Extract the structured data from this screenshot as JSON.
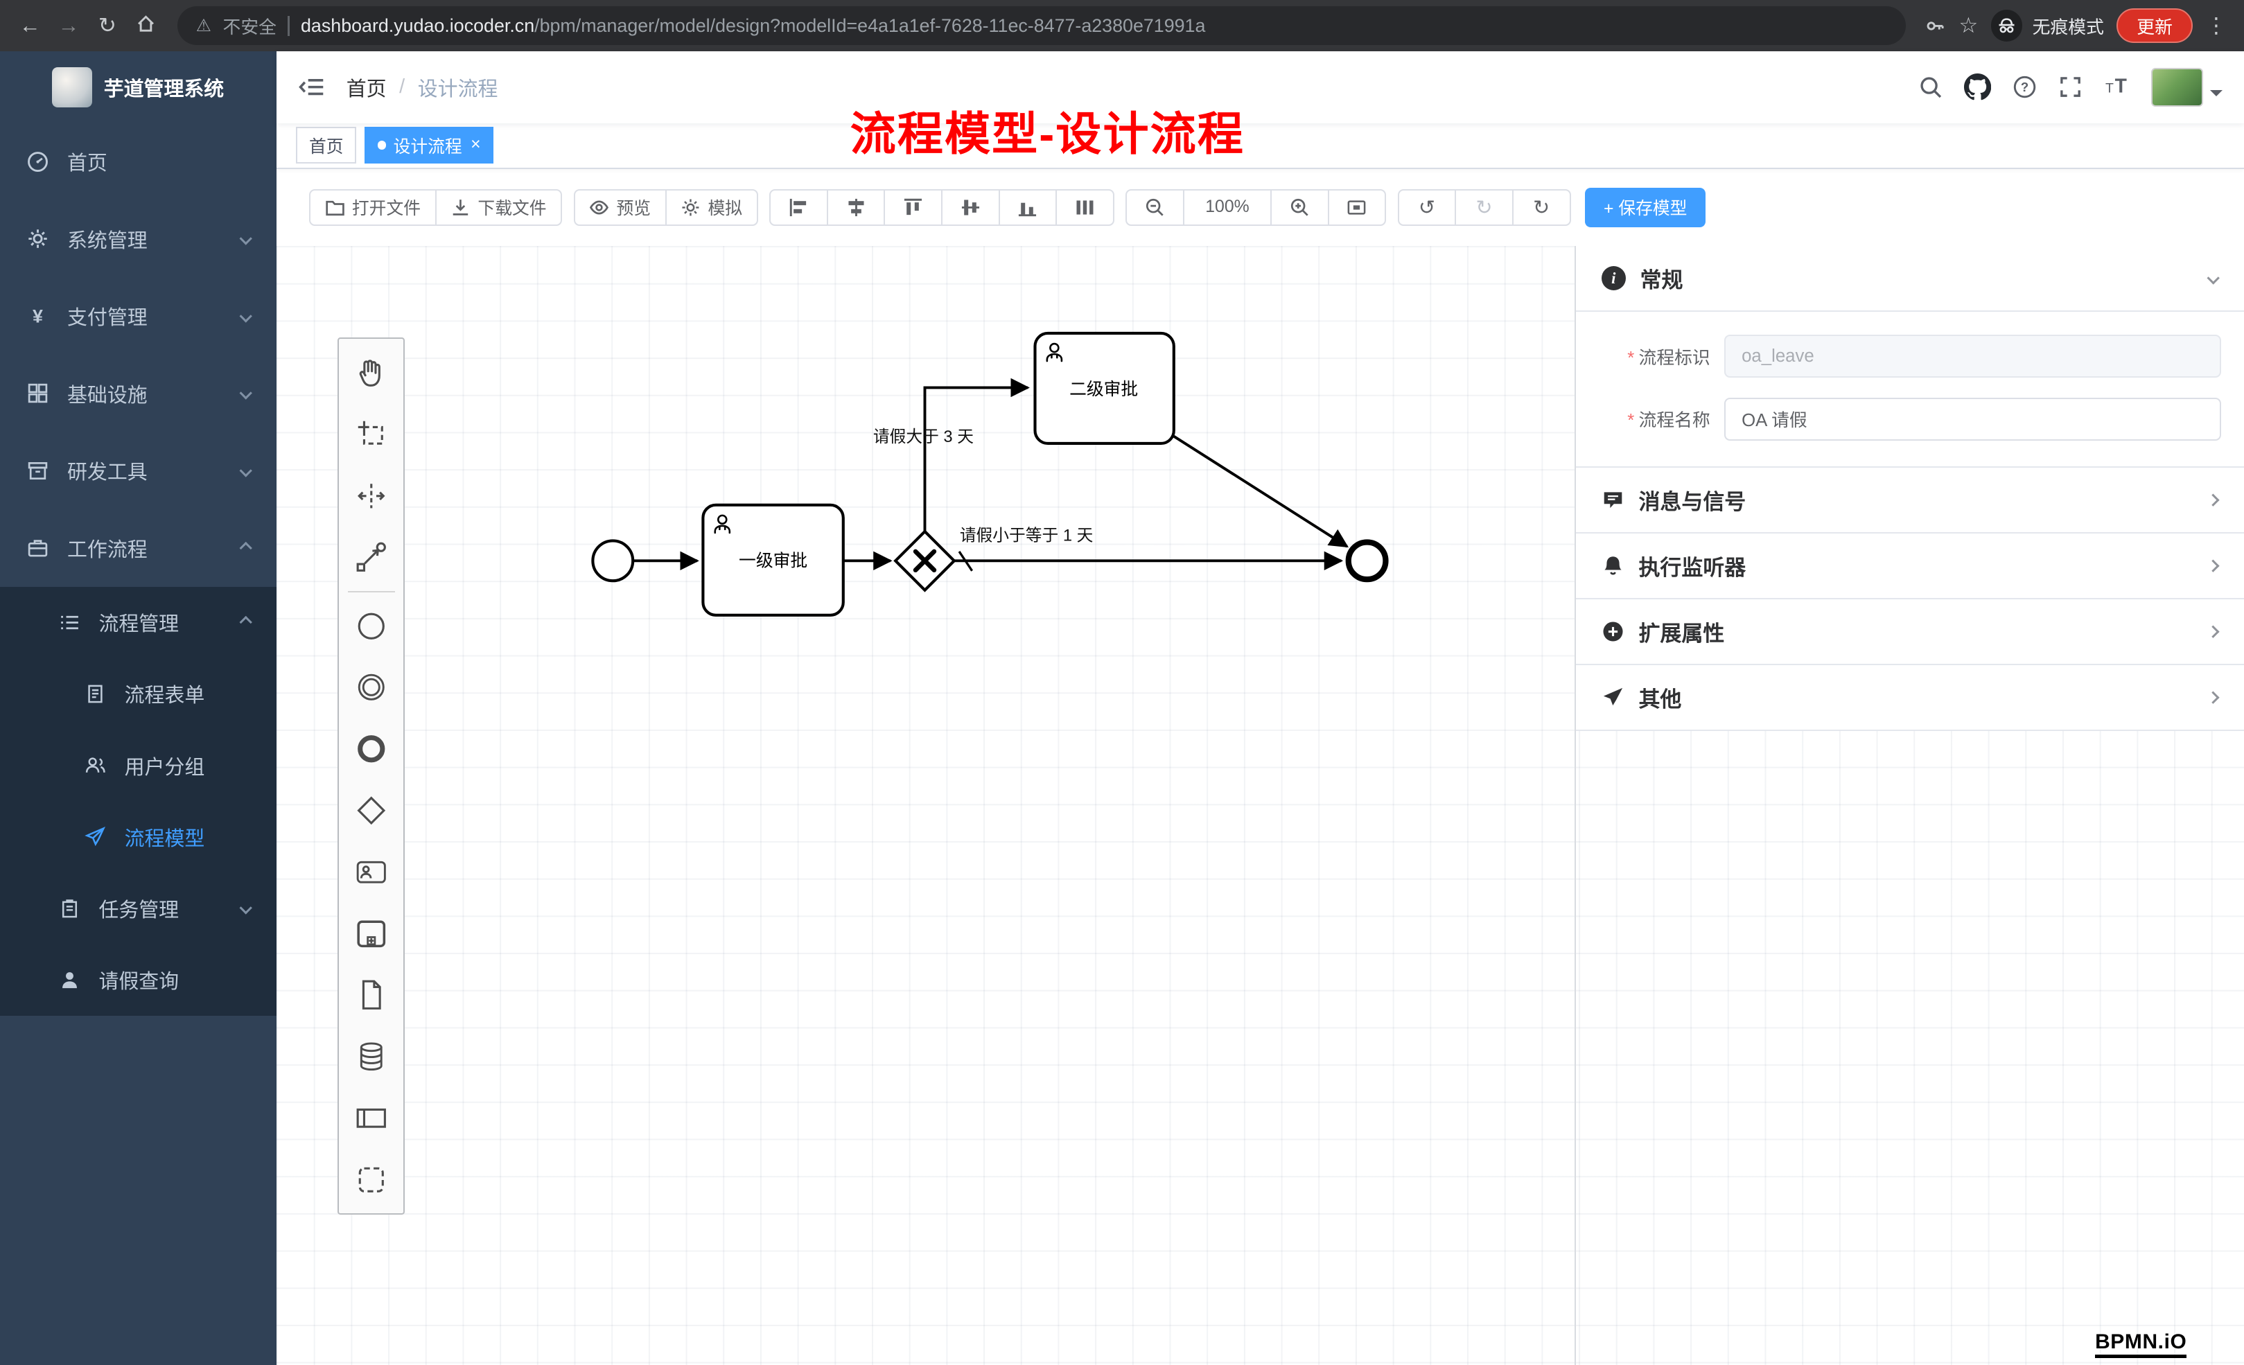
{
  "colors": {
    "accent": "#409eff",
    "annotation": "#fe0000",
    "sidebar": "#304156",
    "submenu": "#1f2d3d"
  },
  "icons": {
    "back": "←",
    "forward": "→",
    "reload": "↻",
    "warning": "⚠",
    "star": "☆",
    "more": "⋮",
    "undo": "↺",
    "redo": "↻",
    "refresh": "↻",
    "close": "×"
  },
  "browser": {
    "warning": "不安全",
    "domain": "dashboard.yudao.iocoder.cn",
    "path": "/bpm/manager/model/design?modelId=e4a1a1ef-7628-11ec-8477-a2380e71991a",
    "incognito": "无痕模式",
    "update": "更新"
  },
  "sidebar": {
    "title": "芋道管理系统",
    "menu": [
      {
        "label": "首页"
      },
      {
        "label": "系统管理"
      },
      {
        "label": "支付管理"
      },
      {
        "label": "基础设施"
      },
      {
        "label": "研发工具"
      },
      {
        "label": "工作流程"
      }
    ],
    "process_group": "流程管理",
    "process_items": [
      {
        "label": "流程表单"
      },
      {
        "label": "用户分组"
      },
      {
        "label": "流程模型"
      }
    ],
    "task_group": "任务管理",
    "leave_query": "请假查询"
  },
  "header": {
    "breadcrumb": [
      "首页",
      "设计流程"
    ],
    "separator": "/",
    "annotation": "流程模型-设计流程"
  },
  "tags": {
    "home": "首页",
    "active": "设计流程"
  },
  "toolbar": {
    "open": "打开文件",
    "download": "下载文件",
    "preview": "预览",
    "simulate": "模拟",
    "zoom": "100%",
    "save": "+ 保存模型"
  },
  "diagram": {
    "task1": "一级审批",
    "task2": "二级审批",
    "flow_condition_gt": "请假大于 3 天",
    "flow_condition_le": "请假小于等于 1 天",
    "watermark": "BPMN.iO"
  },
  "panel": {
    "general": "常规",
    "key_label": "流程标识",
    "key_value": "oa_leave",
    "name_label": "流程名称",
    "name_value": "OA 请假",
    "sections": [
      {
        "label": "消息与信号"
      },
      {
        "label": "执行监听器"
      },
      {
        "label": "扩展属性"
      },
      {
        "label": "其他"
      }
    ]
  }
}
